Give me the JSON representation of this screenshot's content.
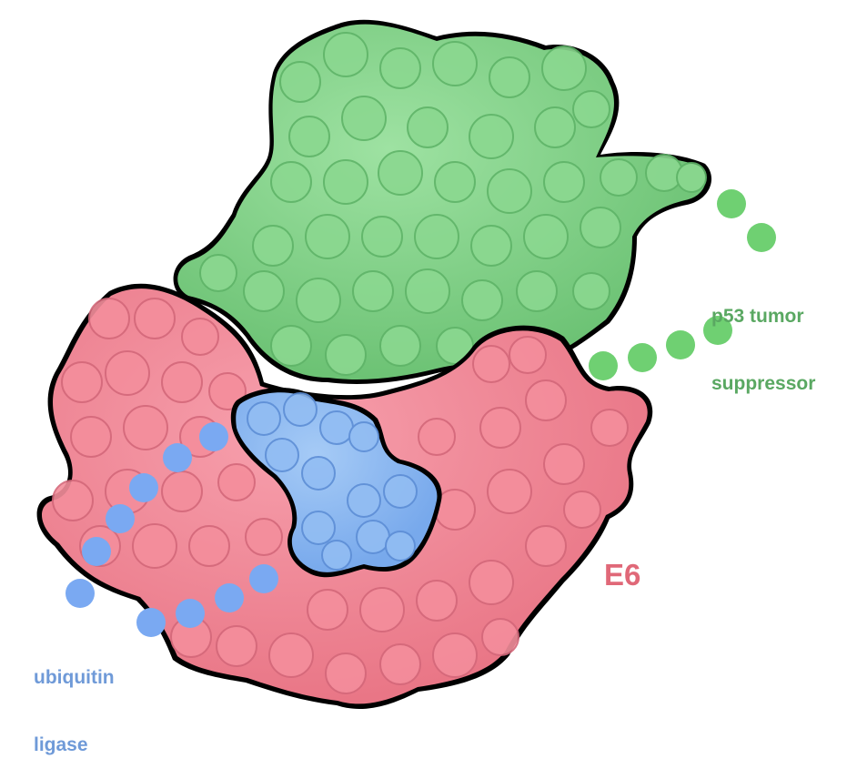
{
  "labels": {
    "p53": {
      "line1": "p53 tumor",
      "line2": "suppressor"
    },
    "ubiquitin_ligase": {
      "line1": "ubiquitin",
      "line2": "ligase"
    },
    "e6": "E6"
  },
  "colors": {
    "background": "#ffffff",
    "outline": "#000000",
    "p53_protein": "#7dce84",
    "p53_shade": "#4e9e58",
    "p53_label": "#5aa862",
    "e6_protein": "#ee8090",
    "e6_shade": "#c25868",
    "e6_label": "#e06878",
    "ligase_protein": "#7fb0ee",
    "ligase_shade": "#4f82cc",
    "ligase_label": "#6f9ad8"
  }
}
